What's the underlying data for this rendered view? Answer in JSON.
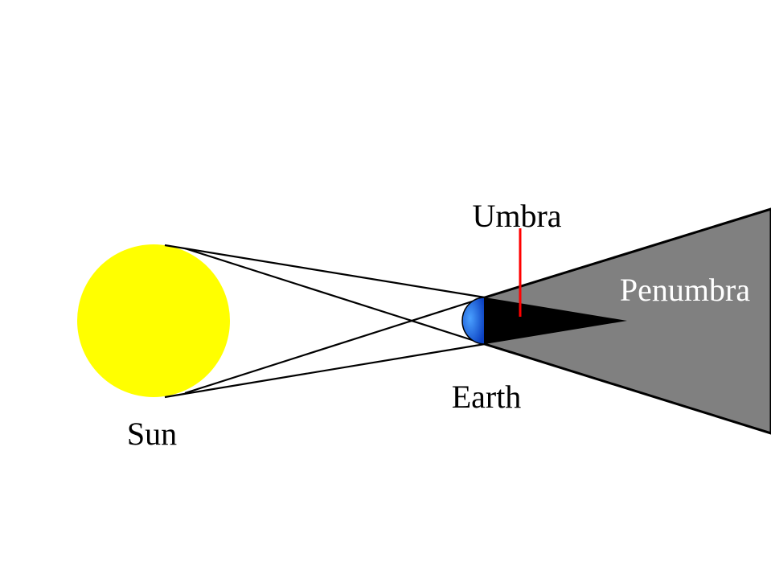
{
  "labels": {
    "sun": "Sun",
    "earth": "Earth",
    "umbra": "Umbra",
    "penumbra": "Penumbra"
  },
  "colors": {
    "background": "#ffffff",
    "sun": "#ffff00",
    "earth": "#1f6fe6",
    "earth_highlight": "#4aa0ff",
    "umbra": "#000000",
    "penumbra": "#808080",
    "umbra_pointer": "#ff0000",
    "light_rays": "#000000",
    "penumbra_label_text": "#ffffff",
    "label_text": "#000000"
  }
}
